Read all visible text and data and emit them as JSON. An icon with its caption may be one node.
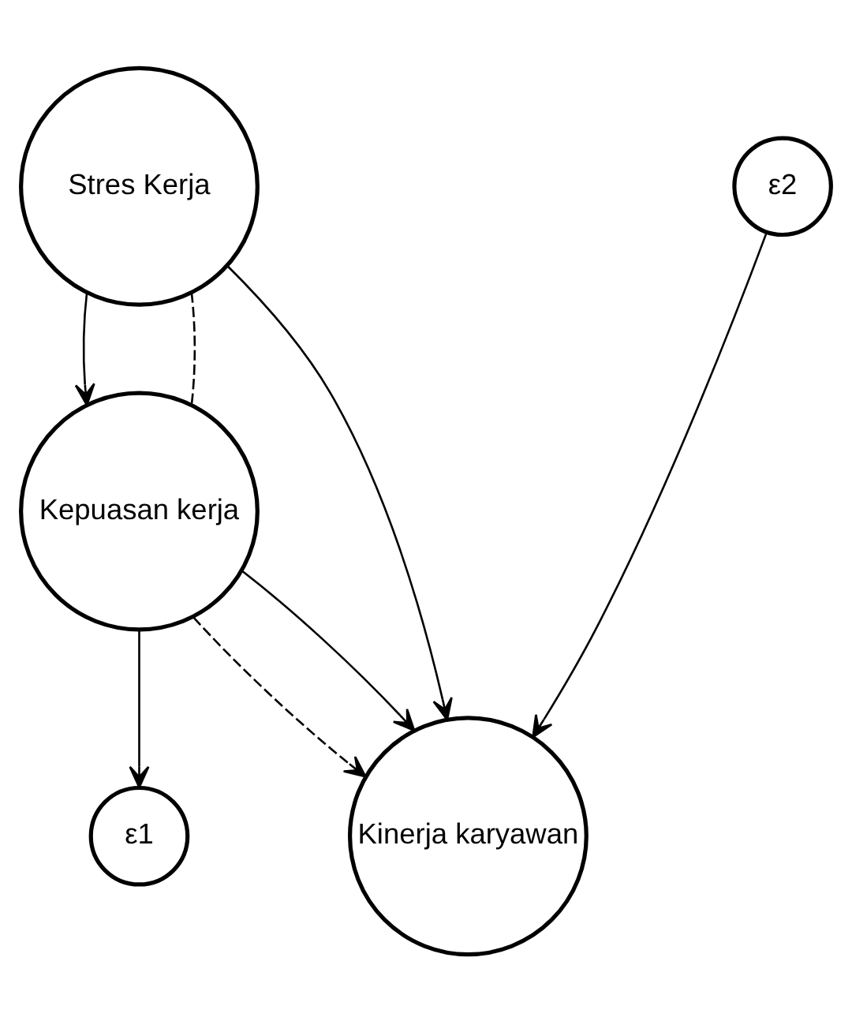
{
  "diagram": {
    "nodes": [
      {
        "text": [
          "Stres Kerja"
        ]
      },
      {
        "text": [
          "ε2"
        ]
      },
      {
        "text": [
          "Kinerja karyawan"
        ]
      },
      {
        "text": [
          "Kepuasan kerja"
        ]
      },
      {
        "text": [
          "ε1"
        ]
      }
    ],
    "edges": [
      {
        "from": 0,
        "to": 2,
        "arrow": "to"
      },
      {
        "from": 1,
        "to": 2,
        "arrow": "to"
      },
      {
        "from": 0,
        "to": 3,
        "arrow": "to"
      },
      {
        "from": 0,
        "to": 3,
        "arrow": "none",
        "style": "dashed"
      },
      {
        "from": 3,
        "to": 2,
        "arrow": "to",
        "style": "dashed"
      },
      {
        "from": 3,
        "to": 2,
        "arrow": "to"
      },
      {
        "from": 3,
        "to": 4,
        "arrow": "to"
      }
    ]
  }
}
